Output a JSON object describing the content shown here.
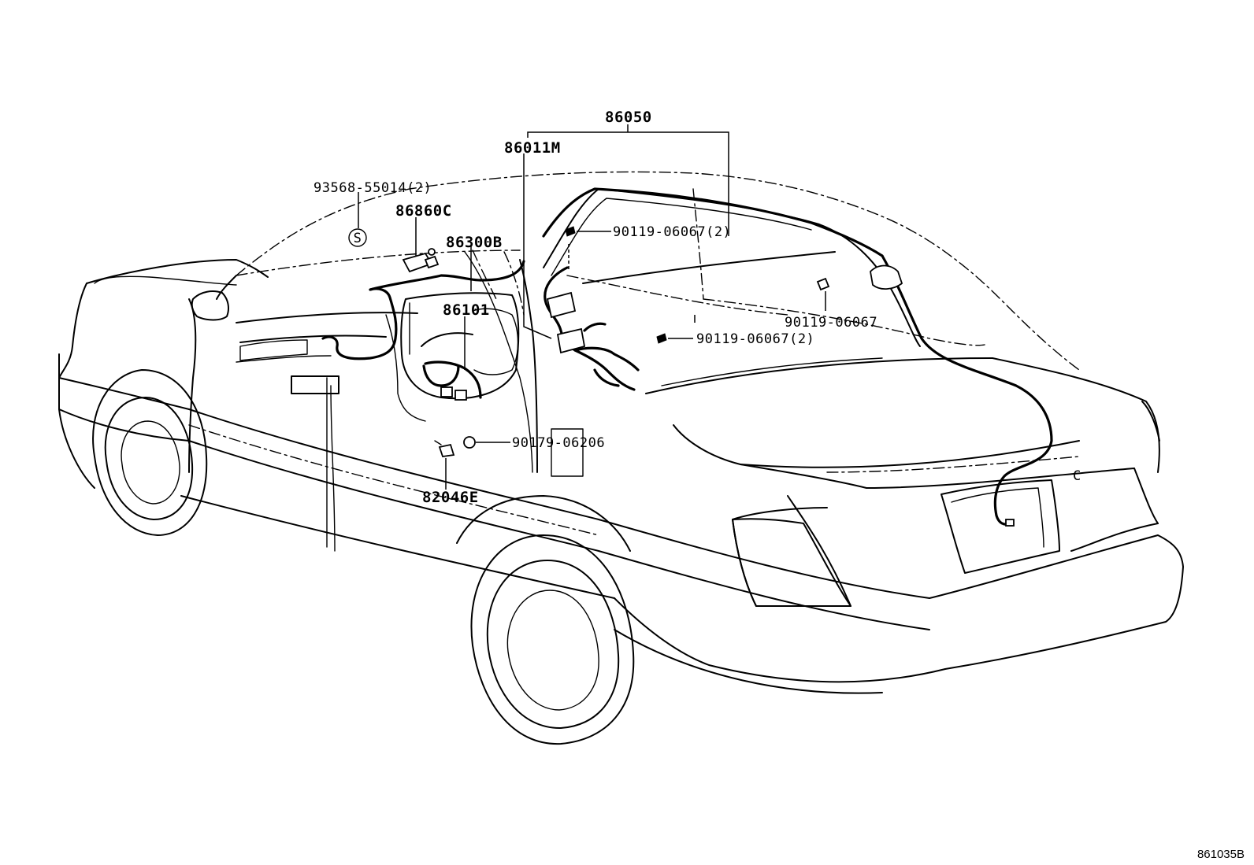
{
  "diagram_id": "861035B",
  "labels": {
    "p86050": "86050",
    "p86011M": "86011M",
    "p93568": "93568-55014(2)",
    "p86860C": "86860C",
    "p86300B": "86300B",
    "p86101": "86101",
    "p90119_a": "90119-06067(2)",
    "p90119_b": "90119-06067",
    "p90119_c": "90119-06067(2)",
    "p90179": "90179-06206",
    "p82046E": "82046E",
    "symbol_s": "S",
    "symbol_c": "C"
  }
}
